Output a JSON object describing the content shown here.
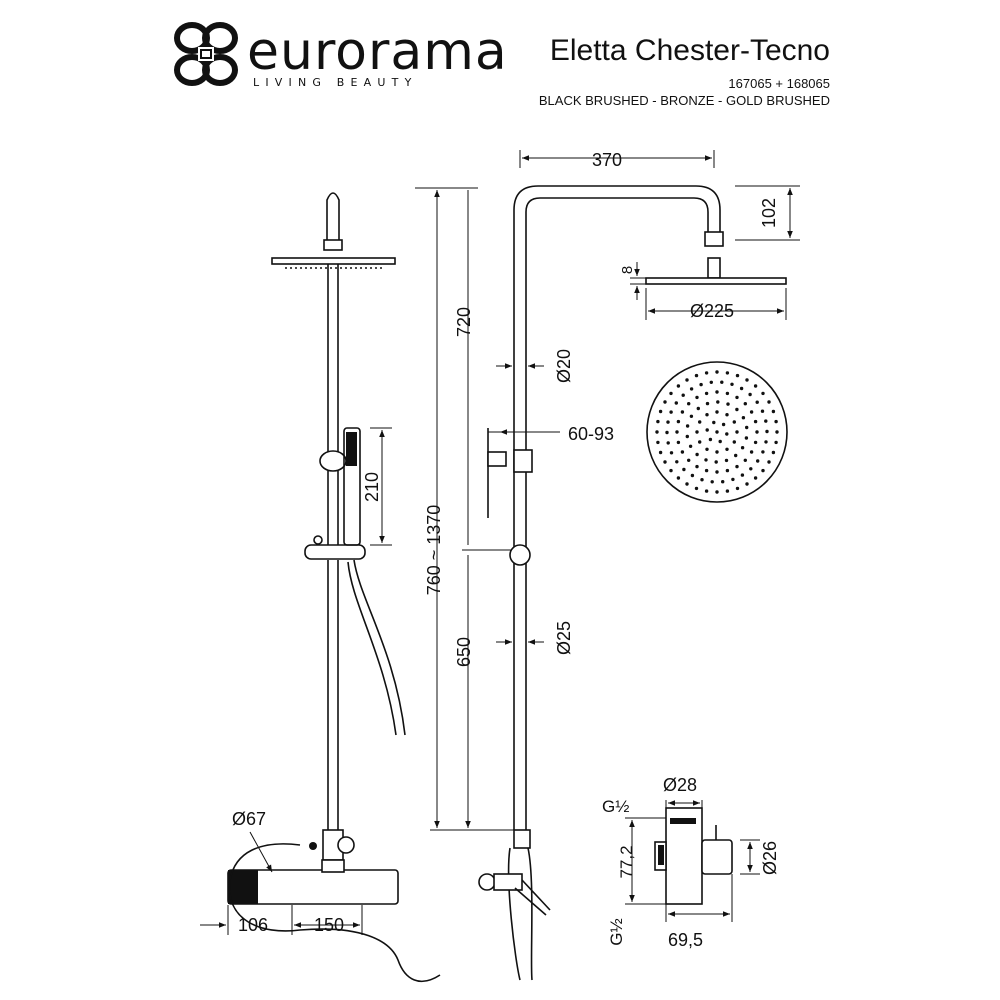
{
  "header": {
    "brand": "eurorama",
    "tagline": "LIVING BEAUTY",
    "logo_icon": "eurorama-logo-icon",
    "product_title": "Eletta Chester-Tecno",
    "product_codes": "167065 + 168065",
    "finishes": "BLACK BRUSHED - BRONZE - GOLD BRUSHED"
  },
  "dimensions": {
    "width_arm": "370",
    "arm_drop": "102",
    "head_thickness": "8",
    "head_diameter": "Ø225",
    "tube_upper_diameter": "Ø20",
    "wall_bracket_range": "60-93",
    "upper_tube_length": "720",
    "height_range": "760 ~ 1370",
    "lower_tube_length": "650",
    "tube_lower_diameter": "Ø25",
    "handshower_length": "210",
    "mixer_knob_diameter": "Ø67",
    "mixer_offset": "106",
    "mixer_center": "150",
    "diverter_diameter": "Ø28",
    "thread_top": "G½",
    "thread_bottom": "G½",
    "diverter_height": "77,2",
    "diverter_depth": "69,5",
    "diverter_outlet": "Ø26"
  }
}
